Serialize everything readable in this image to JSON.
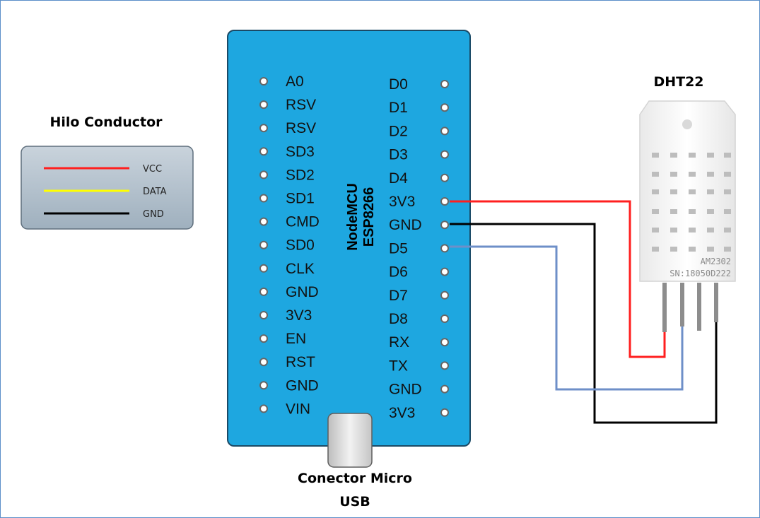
{
  "legend": {
    "title": "Hilo Conductor",
    "items": [
      {
        "label": "VCC",
        "color": "#ff1f1f"
      },
      {
        "label": "DATA",
        "color": "#ffff00"
      },
      {
        "label": "GND",
        "color": "#000000"
      }
    ]
  },
  "board": {
    "name_line1": "NodeMCU",
    "name_line2": "ESP8266",
    "color": "#1ea7e0",
    "left_pins": [
      "A0",
      "RSV",
      "RSV",
      "SD3",
      "SD2",
      "SD1",
      "CMD",
      "SD0",
      "CLK",
      "GND",
      "3V3",
      "EN",
      "RST",
      "GND",
      "VIN"
    ],
    "right_pins": [
      "D0",
      "D1",
      "D2",
      "D3",
      "D4",
      "3V3",
      "GND",
      "D5",
      "D6",
      "D7",
      "D8",
      "RX",
      "TX",
      "GND",
      "3V3"
    ]
  },
  "usb_label_line1": "Conector Micro",
  "usb_label_line2": "USB",
  "sensor": {
    "title": "DHT22",
    "model": "AM2302",
    "serial": "SN:18050D222"
  },
  "wire_colors": {
    "vcc": "#ff1f1f",
    "gnd": "#000000",
    "data": "#6e8fc8"
  }
}
